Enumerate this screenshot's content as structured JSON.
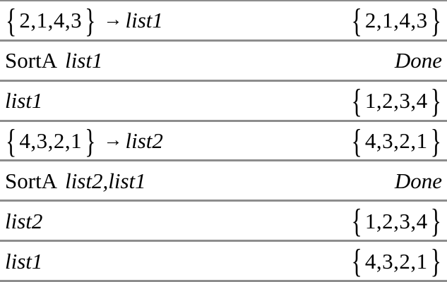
{
  "app": {
    "name": "TI-Nspire Calculator History",
    "background_color": "#ffffff",
    "text_color": "#000000",
    "divider_color": "#8d8d8d"
  },
  "glyphs": {
    "brace_open": "{",
    "brace_close": "}",
    "store_arrow": "→"
  },
  "rows": [
    {
      "input_parts": [
        {
          "type": "list",
          "text": "2,1,4,3"
        },
        {
          "type": "arrow",
          "text": "→"
        },
        {
          "type": "var",
          "text": "list1"
        }
      ],
      "output_parts": [
        {
          "type": "list",
          "text": "2,1,4,3"
        }
      ]
    },
    {
      "input_parts": [
        {
          "type": "func",
          "text": "SortA"
        },
        {
          "type": "var",
          "text": "list1"
        }
      ],
      "output_parts": [
        {
          "type": "done",
          "text": "Done"
        }
      ]
    },
    {
      "input_parts": [
        {
          "type": "var",
          "text": "list1"
        }
      ],
      "output_parts": [
        {
          "type": "list",
          "text": "1,2,3,4"
        }
      ]
    },
    {
      "input_parts": [
        {
          "type": "list",
          "text": "4,3,2,1"
        },
        {
          "type": "arrow",
          "text": "→"
        },
        {
          "type": "var",
          "text": "list2"
        }
      ],
      "output_parts": [
        {
          "type": "list",
          "text": "4,3,2,1"
        }
      ]
    },
    {
      "input_parts": [
        {
          "type": "func",
          "text": "SortA"
        },
        {
          "type": "var",
          "text": "list2,list1"
        }
      ],
      "output_parts": [
        {
          "type": "done",
          "text": "Done"
        }
      ]
    },
    {
      "input_parts": [
        {
          "type": "var",
          "text": "list2"
        }
      ],
      "output_parts": [
        {
          "type": "list",
          "text": "1,2,3,4"
        }
      ]
    },
    {
      "input_parts": [
        {
          "type": "var",
          "text": "list1"
        }
      ],
      "output_parts": [
        {
          "type": "list",
          "text": "4,3,2,1"
        }
      ]
    }
  ]
}
